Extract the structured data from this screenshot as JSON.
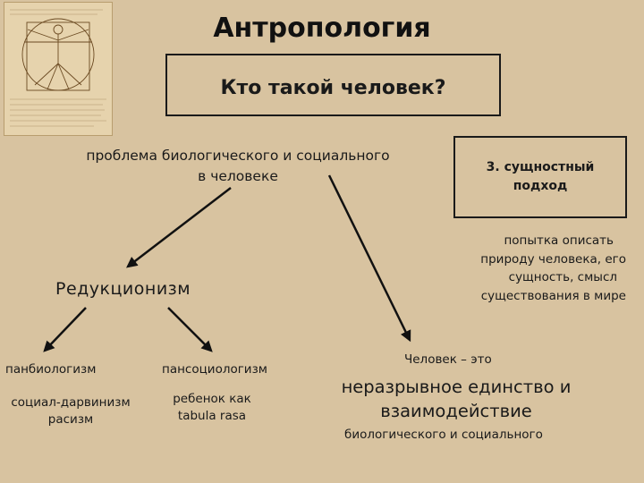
{
  "title": "Антропология",
  "question": "Кто такой человек?",
  "problem": {
    "line1": "проблема биологического и социального",
    "line2": "в человеке"
  },
  "essence_approach": {
    "line1": "3. сущностный",
    "line2": "подход"
  },
  "attempt": {
    "line1": "попытка описать",
    "line2": "природу человека, его",
    "line3": "сущность, смысл",
    "line4": "существования в мире"
  },
  "reductionism": "Редукционизм",
  "panbiologism": "панбиологизм",
  "pansociologism": "пансоциологизм",
  "social_darwinism": "социал-дарвинизм",
  "racism": "расизм",
  "child_line1": "ребенок как",
  "child_line2": "tabula rasa",
  "person_intro": "Человек – это",
  "unity": {
    "line1": "неразрывное единство и",
    "line2": "взаимодействие"
  },
  "bio_social": "биологического и социального",
  "colors": {
    "background": "#d8c3a0",
    "text": "#1a1a1a"
  },
  "icons": [
    "vitruvian-man-image"
  ]
}
